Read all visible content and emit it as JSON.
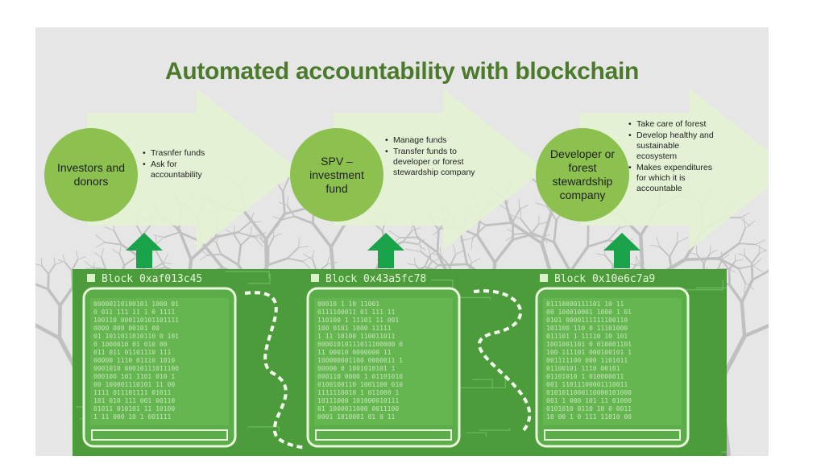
{
  "title": "Automated accountability with blockchain",
  "stages": [
    {
      "label": "Investors and donors",
      "bullets": [
        "Trasnfer funds",
        "Ask for accountability"
      ]
    },
    {
      "label": "SPV – investment fund",
      "bullets": [
        "Manage funds",
        "Transfer funds to developer or forest stewardship company"
      ]
    },
    {
      "label": "Developer or forest stewardship company",
      "bullets": [
        "Take care of forest",
        "Develop healthy and sustainable ecosystem",
        "Makes expenditures for which it is accountable"
      ]
    }
  ],
  "blocks": [
    {
      "label": "Block 0xaf013c45"
    },
    {
      "label": "Block 0x43a5fc78"
    },
    {
      "label": "Block 0x10e6c7a9"
    }
  ],
  "icons": {
    "arrow": "up-arrow-icon",
    "block": "block-square-icon"
  },
  "colors": {
    "title": "#4a7a2a",
    "circle": "#8cc14f",
    "chevron": "#e4f2d2",
    "up_arrow": "#1aa34a",
    "chain_bg": "#4c9c3c",
    "chain_line": "#d9f2c7"
  }
}
